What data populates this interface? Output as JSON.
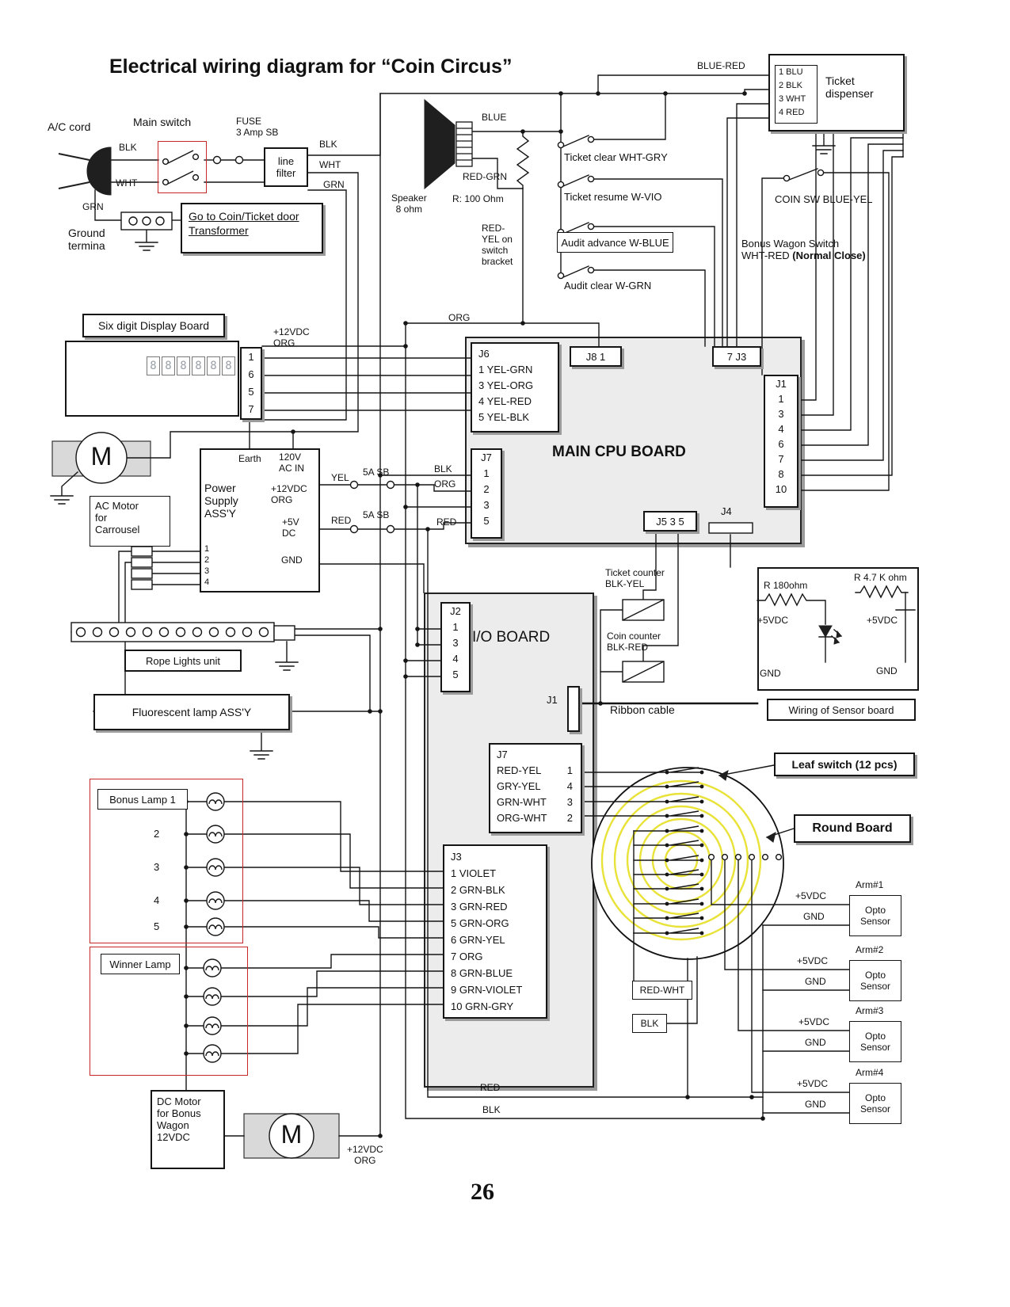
{
  "title": "Electrical wiring diagram for “Coin Circus”",
  "page_number": "26",
  "colors": {
    "red_outline": "#c62828",
    "board_fill": "#ececec",
    "ring_yellow": "#e8e239"
  },
  "ticket_dispenser": {
    "wire": "BLUE-RED",
    "pins": [
      "1  BLU",
      "2  BLK",
      "3  WHT",
      "4  RED"
    ],
    "label": "Ticket\ndispenser"
  },
  "power_entry": {
    "ac_cord": "A/C cord",
    "main_switch": "Main switch",
    "fuse": "FUSE\n3 Amp SB",
    "line_filter": "line\nfilter",
    "blk_in": "BLK",
    "wht_in": "WHT",
    "grn_in": "GRN",
    "blk_out": "BLK",
    "wht_out": "WHT",
    "grn_out": "GRN",
    "ground": "Ground\ntermina",
    "transformer": "Go to Coin/Ticket door\nTransformer"
  },
  "speaker": {
    "blue": "BLUE",
    "label": "Speaker\n8 ohm",
    "red_grn": "RED-GRN",
    "resistor": "R: 100 Ohm",
    "red_yel": "RED-\nYEL on\nswitch\nbracket"
  },
  "switches": {
    "ticket_clear": "Ticket clear  WHT-GRY",
    "ticket_resume": "Ticket resume  W-VIO",
    "audit_advance": "Audit advance W-BLUE",
    "audit_clear": "Audit clear  W-GRN",
    "coin_sw": "COIN SW  BLUE-YEL",
    "bonus_wagon_1": "Bonus Wagon Switch",
    "bonus_wagon_2": "WHT-RED ",
    "bonus_wagon_3": "(Normal Close)"
  },
  "display_board": {
    "label": "Six digit Display Board",
    "digits": [
      "8",
      "8",
      "8",
      "8",
      "8",
      "8"
    ],
    "pins": [
      "1",
      "6",
      "5",
      "7"
    ],
    "supply": "+12VDC\nORG"
  },
  "cpu": {
    "title": "MAIN CPU BOARD",
    "j6": {
      "name": "J6",
      "pins": [
        "1  YEL-GRN",
        "3  YEL-ORG",
        "4  YEL-RED",
        "5  YEL-BLK"
      ]
    },
    "j8": "J8  1",
    "j3": "7  J3",
    "j1": {
      "name": "J1",
      "pins": [
        "1",
        "3",
        "4",
        "6",
        "7",
        "8",
        "10"
      ]
    },
    "j7": {
      "name": "J7",
      "pins": [
        "1",
        "2",
        "3",
        "5"
      ]
    },
    "j5": "J5  3 5",
    "j4": "J4"
  },
  "wire_labels": {
    "org_top": "ORG",
    "blk": "BLK",
    "org": "ORG",
    "red": "RED",
    "red_bottom": "RED",
    "blk_bottom": "BLK"
  },
  "power_supply": {
    "earth": "Earth",
    "ac_in": "120V\nAC  IN",
    "name": "Power\nSupply\nASS'Y",
    "v12": "+12VDC\nORG",
    "v5": "+5V\nDC",
    "gnd": "GND",
    "pins": [
      "1",
      "2",
      "3",
      "4"
    ],
    "yel": "YEL",
    "sb1": "5A SB",
    "red": "RED",
    "sb2": "5A SB"
  },
  "ac_motor": {
    "m": "M",
    "label": "AC Motor\nfor\nCarrousel"
  },
  "rope_lights": {
    "label": "Rope Lights unit"
  },
  "fluorescent": {
    "label": "Fluorescent lamp ASS'Y"
  },
  "io_board": {
    "title": "I/O BOARD",
    "j2": {
      "name": "J2",
      "pins": [
        "1",
        "3",
        "4",
        "5"
      ]
    },
    "j1": "J1",
    "ribbon": "Ribbon cable",
    "j7": {
      "name": "J7",
      "rows": [
        "RED-YEL",
        "GRY-YEL",
        "GRN-WHT",
        "ORG-WHT"
      ],
      "nums": [
        "1",
        "4",
        "3",
        "2"
      ]
    },
    "j3": {
      "name": "J3",
      "pins": [
        "1  VIOLET",
        "2  GRN-BLK",
        "3  GRN-RED",
        "5  GRN-ORG",
        "6  GRN-YEL",
        "7  ORG",
        "8  GRN-BLUE",
        "9  GRN-VIOLET",
        "10 GRN-GRY"
      ]
    }
  },
  "counters": {
    "ticket": "Ticket counter\nBLK-YEL",
    "coin": "Coin counter\nBLK-RED"
  },
  "sensor_board": {
    "r1": "R  180ohm",
    "r2": "R  4.7 K ohm",
    "v5_1": "+5VDC",
    "v5_2": "+5VDC",
    "gnd_1": "GND",
    "gnd_2": "GND",
    "label": "Wiring of Sensor board"
  },
  "round_board": {
    "leaf": "Leaf switch (12 pcs)",
    "label": "Round  Board"
  },
  "lamps": {
    "bonus": "Bonus Lamp 1",
    "numbers": [
      "2",
      "3",
      "4",
      "5"
    ],
    "winner": "Winner Lamp"
  },
  "arms": [
    {
      "name": "Arm#1",
      "v": "+5VDC",
      "gnd": "GND",
      "sensor": "Opto\nSensor"
    },
    {
      "name": "Arm#2",
      "v": "+5VDC",
      "gnd": "GND",
      "sensor": "Opto\nSensor"
    },
    {
      "name": "Arm#3",
      "v": "+5VDC",
      "gnd": "GND",
      "sensor": "Opto\nSensor"
    },
    {
      "name": "Arm#4",
      "v": "+5VDC",
      "gnd": "GND",
      "sensor": "Opto\nSensor"
    }
  ],
  "red_wht": "RED-WHT",
  "blk_box": "BLK",
  "dc_motor": {
    "label": "DC  Motor\nfor Bonus\nWagon\n12VDC",
    "m": "M",
    "supply": "+12VDC\nORG"
  }
}
